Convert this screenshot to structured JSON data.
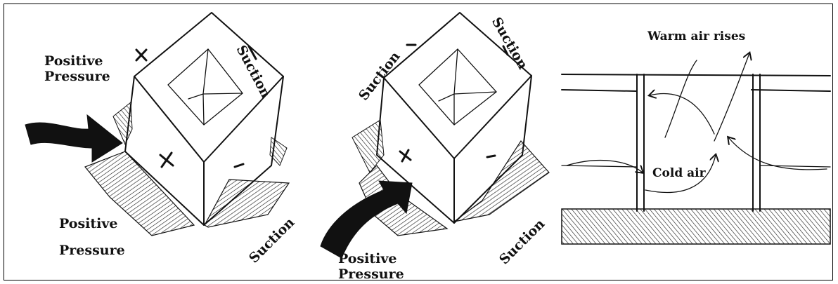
{
  "labels": {
    "p1_positive_pressure_top_1": "Positive",
    "p1_positive_pressure_top_2": "Pressure",
    "p1_suction_top": "Suction",
    "p1_positive_pressure_bottom_1": "Positive",
    "p1_positive_pressure_bottom_2": "Pressure",
    "p1_suction_bottom": "Suction",
    "p2_suction_left": "Suction",
    "p2_suction_top": "Suction",
    "p2_positive_pressure_1": "Positive",
    "p2_positive_pressure_2": "Pressure",
    "p2_suction_bottom": "Suction",
    "p3_warm_air": "Warm air rises",
    "p3_cold_air": "Cold air"
  },
  "symbols": {
    "plus": "+",
    "minus": "−"
  },
  "colors": {
    "ink": "#111111",
    "paper": "#ffffff",
    "border": "#000000"
  },
  "icons": [
    "wind-arrow-icon",
    "hatched-shadow-icon",
    "building-block-icon",
    "airflow-arrow-icon"
  ]
}
